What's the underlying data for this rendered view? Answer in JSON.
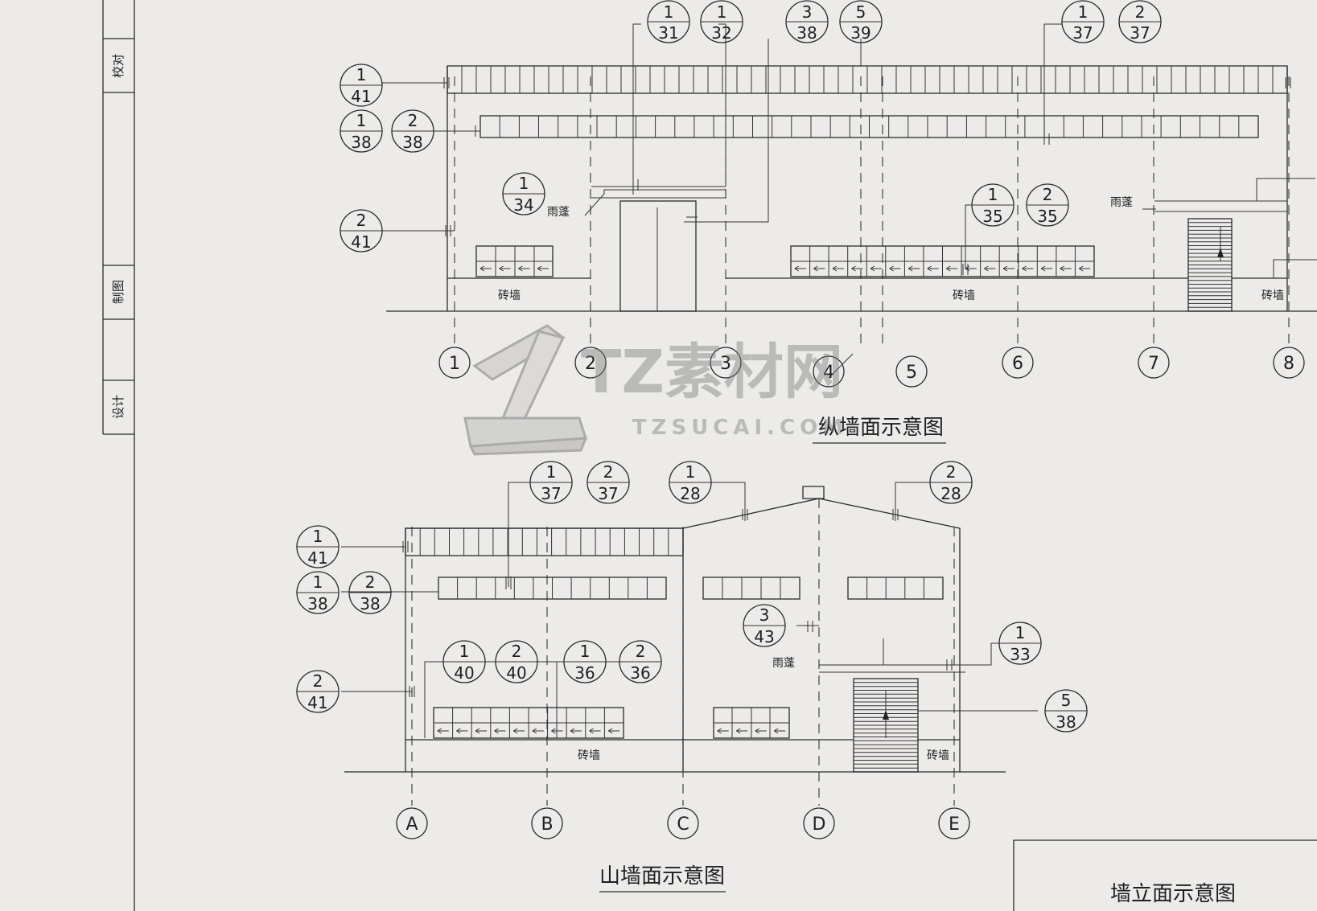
{
  "side_strip": {
    "check": "校对",
    "drawn": "制图",
    "design": "设计"
  },
  "watermark": {
    "brand": "TZ素材网",
    "url": "TZSUCAI.COM"
  },
  "elev1": {
    "title": "纵墙面示意图",
    "axes": [
      "1",
      "2",
      "3",
      "4",
      "5",
      "6",
      "7",
      "8"
    ],
    "callouts": [
      {
        "top": "1",
        "bottom": "31"
      },
      {
        "top": "1",
        "bottom": "32"
      },
      {
        "top": "3",
        "bottom": "38"
      },
      {
        "top": "5",
        "bottom": "39"
      },
      {
        "top": "1",
        "bottom": "37"
      },
      {
        "top": "2",
        "bottom": "37"
      },
      {
        "top": "1",
        "bottom": "41"
      },
      {
        "top": "1",
        "bottom": "38"
      },
      {
        "top": "2",
        "bottom": "38"
      },
      {
        "top": "1",
        "bottom": "34"
      },
      {
        "top": "2",
        "bottom": "41"
      },
      {
        "top": "1",
        "bottom": "35"
      },
      {
        "top": "2",
        "bottom": "35"
      }
    ],
    "canopy": "雨蓬",
    "canopy2": "雨蓬",
    "brick_wall": [
      "砖墙",
      "砖墙",
      "砖墙"
    ]
  },
  "elev2": {
    "title": "山墙面示意图",
    "axes": [
      "A",
      "B",
      "C",
      "D",
      "E"
    ],
    "callouts": [
      {
        "top": "1",
        "bottom": "37"
      },
      {
        "top": "2",
        "bottom": "37"
      },
      {
        "top": "1",
        "bottom": "28"
      },
      {
        "top": "2",
        "bottom": "28"
      },
      {
        "top": "1",
        "bottom": "41"
      },
      {
        "top": "1",
        "bottom": "38"
      },
      {
        "top": "2",
        "bottom": "38"
      },
      {
        "top": "3",
        "bottom": "43"
      },
      {
        "top": "1",
        "bottom": "33"
      },
      {
        "top": "2",
        "bottom": "41"
      },
      {
        "top": "1",
        "bottom": "40"
      },
      {
        "top": "2",
        "bottom": "40"
      },
      {
        "top": "1",
        "bottom": "36"
      },
      {
        "top": "2",
        "bottom": "36"
      },
      {
        "top": "5",
        "bottom": "38"
      }
    ],
    "canopy": "雨蓬",
    "brick_wall": [
      "砖墙",
      "砖墙"
    ]
  },
  "elev3": {
    "title": "墙立面示意图"
  }
}
